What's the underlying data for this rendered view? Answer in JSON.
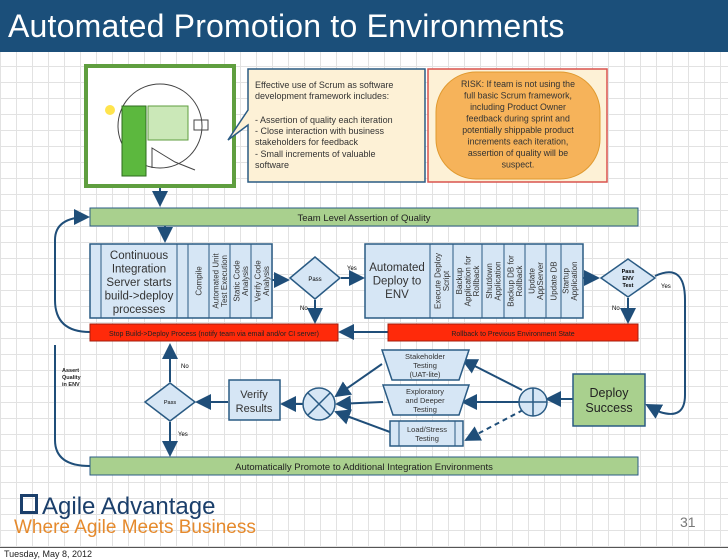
{
  "title": "Automated Promotion to Environments",
  "callout": {
    "intro": [
      "Effective use of Scrum as software",
      "development framework includes:"
    ],
    "bullets": [
      "- Assertion of quality each iteration",
      "- Close interaction with business",
      "stakeholders for feedback",
      "- Small increments of valuable",
      "software"
    ]
  },
  "risk": [
    "RISK: If team is not using the",
    "full basic Scrum framework,",
    "including Product Owner",
    "feedback during sprint and",
    "potentially shippable product",
    "increments each iteration,",
    "assertion of quality will be",
    "suspect."
  ],
  "team_bar": "Team Level Assertion of Quality",
  "ci": {
    "main": [
      "Continuous",
      "Integration",
      "Server starts",
      "build->deploy",
      "processes"
    ],
    "steps": [
      [
        "Compile"
      ],
      [
        "Automated Unit",
        "Test Execution"
      ],
      [
        "Static Code",
        "Analysis"
      ],
      [
        "Verify Code",
        "Analysis"
      ]
    ]
  },
  "pass1": {
    "label": "Pass",
    "yes": "Yes",
    "no": "No"
  },
  "deploy": {
    "main": [
      "Automated",
      "Deploy to",
      "ENV"
    ],
    "steps": [
      [
        "Execute Deploy",
        "Script"
      ],
      [
        "Backup",
        "Application for",
        "Rollback"
      ],
      [
        "Shutdown",
        "Application"
      ],
      [
        "Backup DB for",
        "Rollback"
      ],
      [
        "Update",
        "AppServer"
      ],
      [
        "Update DB"
      ],
      [
        "Startup",
        "Application"
      ]
    ]
  },
  "pass_env": {
    "label": [
      "Pass",
      "ENV",
      "Test"
    ],
    "yes": "Yes",
    "no": "No"
  },
  "stop_bar": "Stop Build->Deploy Process (notify team via email and/or CI server)",
  "rollback_bar": "Rollback to Previous Environment State",
  "assert_label": [
    "Assert",
    "Quality",
    "in ENV"
  ],
  "tests": {
    "stakeholder": [
      "Stakeholder",
      "Testing",
      "(UAT-lite)"
    ],
    "exploratory": [
      "Exploratory",
      "and Deeper",
      "Testing"
    ],
    "load": [
      "Load/Stress",
      "Testing"
    ]
  },
  "deploy_success": [
    "Deploy",
    "Success"
  ],
  "verify": [
    "Verify",
    "Results"
  ],
  "pass2": {
    "label": "Pass",
    "yes": "Yes",
    "no": "No"
  },
  "promote_bar": "Automatically Promote to Additional Integration Environments",
  "logo": {
    "name": "Agile Advantage",
    "tagline": "Where Agile Meets Business"
  },
  "page_number": "31",
  "date": "Tuesday, May 8, 2012",
  "colors": {
    "title_bg": "#1b4f7a",
    "box_fill": "#d6e6f5",
    "box_stroke": "#2a5b84",
    "green": "#a9d08e",
    "red": "#ff2a0a",
    "orange": "#f6b35a"
  }
}
